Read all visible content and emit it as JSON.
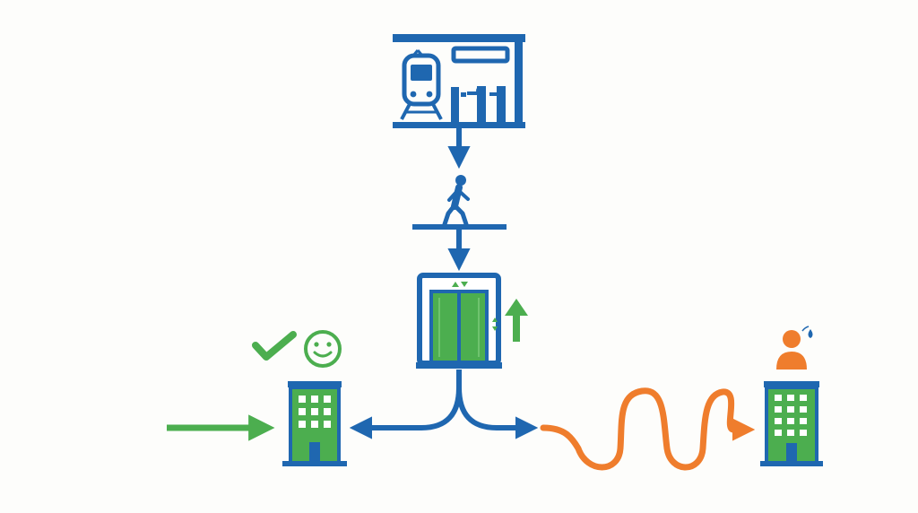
{
  "colors": {
    "blue": "#1f67b0",
    "green": "#4cae4f",
    "orange": "#ef7d2d",
    "background": "#fdfdfb",
    "window": "#ffffff"
  },
  "nodes": [
    {
      "id": "station",
      "icon": "train-station-icon"
    },
    {
      "id": "walkway",
      "icon": "pedestrian-walking-icon"
    },
    {
      "id": "elevator",
      "icon": "elevator-icon"
    },
    {
      "id": "near-building",
      "icon": "office-building-icon",
      "status": "check-mark-icon",
      "mood": "smiley-face-icon"
    },
    {
      "id": "far-building",
      "icon": "office-building-icon",
      "mood": "sweating-person-icon"
    }
  ],
  "connections": [
    {
      "from": "station",
      "to": "walkway",
      "style": "straight-arrow",
      "color": "blue"
    },
    {
      "from": "walkway",
      "to": "elevator",
      "style": "straight-arrow",
      "color": "blue"
    },
    {
      "from": "elevator",
      "to": "near-building",
      "style": "branch-arrow",
      "color": "blue"
    },
    {
      "from": "elevator",
      "to": "far-building",
      "style": "winding-arrow",
      "color": "orange"
    },
    {
      "from": "outside",
      "to": "near-building",
      "style": "straight-arrow",
      "color": "green"
    }
  ]
}
